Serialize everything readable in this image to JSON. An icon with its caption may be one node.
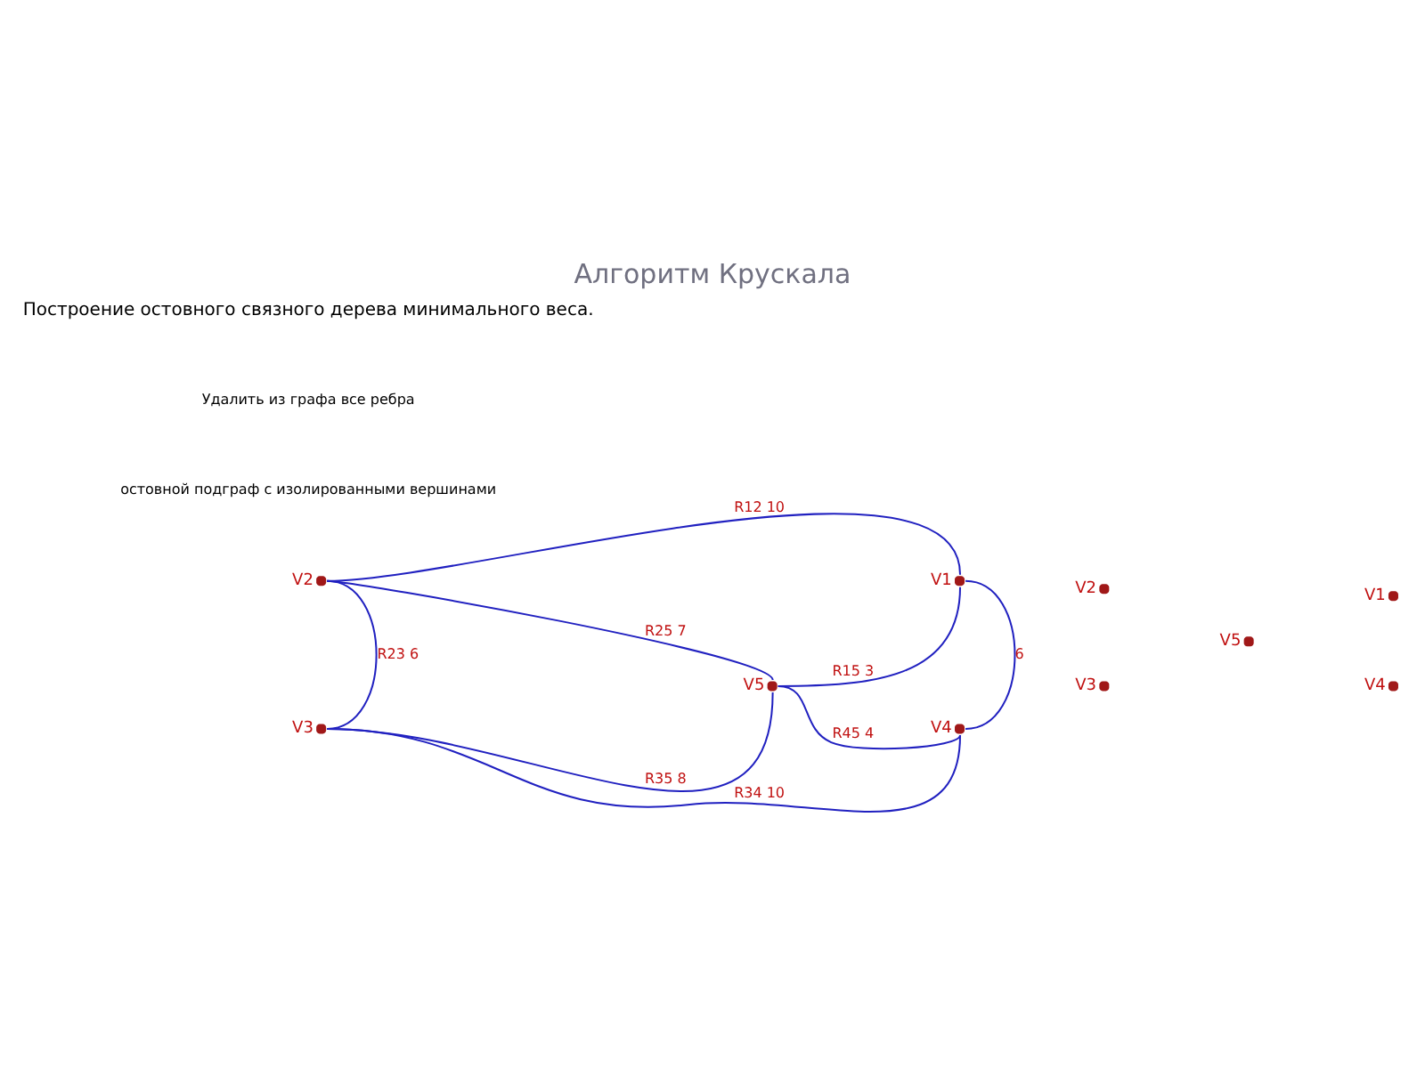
{
  "diagram": {
    "title": "Алгоритм Крускала",
    "nodes": [
      {
        "text": [],
        "shape": "circle",
        "beside": [
          "V2"
        ]
      },
      {
        "text": [],
        "shape": "circle",
        "beside": [
          "V1"
        ]
      },
      {
        "text": [],
        "shape": "circle",
        "beside": [
          "V5"
        ]
      },
      {
        "text": [],
        "shape": "circle",
        "beside": [
          "V3"
        ]
      },
      {
        "text": [],
        "shape": "circle",
        "beside": [
          "V4"
        ]
      },
      {
        "text": [],
        "shape": "circle",
        "beside": [
          "V2"
        ]
      },
      {
        "text": [],
        "shape": "circle",
        "beside": [
          "V1"
        ]
      },
      {
        "text": [],
        "shape": "circle",
        "beside": [
          "V5"
        ]
      },
      {
        "text": [],
        "shape": "circle",
        "beside": [
          "V3"
        ]
      },
      {
        "text": [],
        "shape": "circle",
        "beside": [
          "V4"
        ]
      }
    ],
    "edges": [
      {
        "from": 0,
        "to": 1,
        "arrow": "none",
        "label": "R12 10"
      },
      {
        "from": 0,
        "to": 3,
        "arrow": "none",
        "label": "R23 6"
      },
      {
        "from": 0,
        "to": 2,
        "arrow": "none",
        "label": "R25 7"
      },
      {
        "from": 2,
        "to": 1,
        "arrow": "none",
        "label": "R15 3"
      },
      {
        "from": 1,
        "to": 4,
        "arrow": "none",
        "label": "6"
      },
      {
        "from": 3,
        "to": 2,
        "arrow": "none",
        "label": "R35 8"
      },
      {
        "from": 2,
        "to": 4,
        "arrow": "none",
        "label": "R45 4"
      },
      {
        "from": 3,
        "to": 4,
        "arrow": "none",
        "label": "R34 10"
      }
    ],
    "labels": [
      "Построение остовного связного дерева минимального веса.",
      "Удалить из графа все ребра",
      "остовной подграф с изолированными вершинами"
    ]
  }
}
